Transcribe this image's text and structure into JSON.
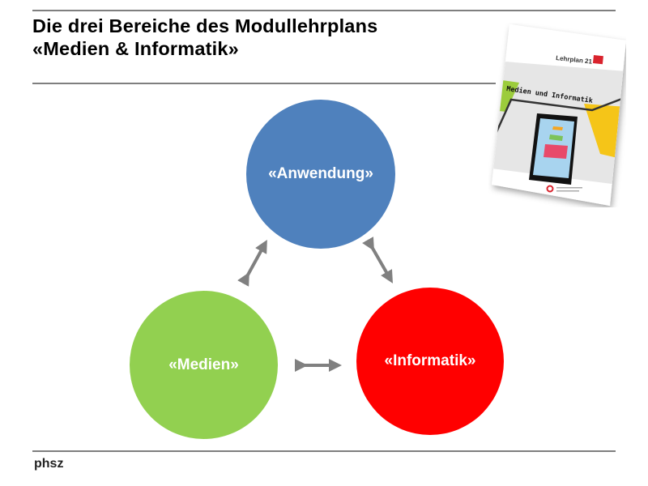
{
  "slide": {
    "title_line1": "Die drei Bereiche des Modullehrplans",
    "title_line2": "«Medien & Informatik»",
    "footer_label": "phsz"
  },
  "diagram": {
    "nodes": [
      {
        "id": "anwendung",
        "label": "«Anwendung»",
        "color": "#4f81bd"
      },
      {
        "id": "medien",
        "label": "«Medien»",
        "color": "#92d050"
      },
      {
        "id": "informatik",
        "label": "«Informatik»",
        "color": "#ff0000"
      }
    ],
    "arrow_color": "#808080",
    "edges": [
      {
        "from": "anwendung",
        "to": "medien",
        "type": "bidirectional"
      },
      {
        "from": "anwendung",
        "to": "informatik",
        "type": "bidirectional"
      },
      {
        "from": "medien",
        "to": "informatik",
        "type": "bidirectional"
      }
    ]
  },
  "book_cover": {
    "brand": "Lehrplan 21",
    "title": "Medien und Informatik"
  },
  "colors": {
    "rule": "#7f7f7f",
    "text": "#000000"
  }
}
